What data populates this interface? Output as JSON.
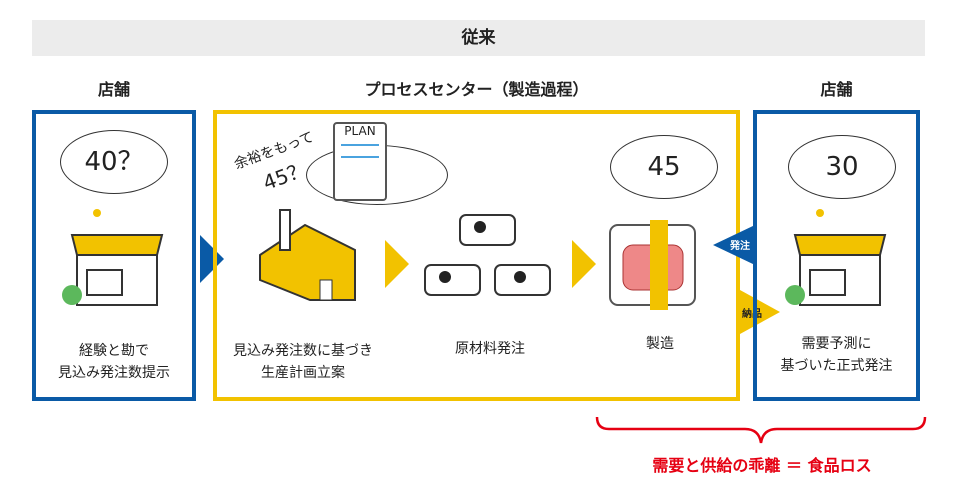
{
  "header": {
    "title": "従来"
  },
  "sections": {
    "left_store": "店舗",
    "process_center": "プロセスセンター（製造過程）",
    "right_store": "店舗"
  },
  "left_store": {
    "bubble": "40？",
    "caption_line1": "経験と勘で",
    "caption_line2": "見込み発注数提示"
  },
  "process": {
    "thought": "余裕をもって",
    "thought_number": "45？",
    "plan_label": "PLAN",
    "step1_line1": "見込み発注数に基づき",
    "step1_line2": "生産計画立案",
    "step2": "原材料発注",
    "step3_bubble": "45",
    "step3": "製造"
  },
  "flows": {
    "order": "発注",
    "delivery": "納品"
  },
  "right_store": {
    "bubble": "30",
    "caption_line1": "需要予測に",
    "caption_line2": "基づいた正式発注"
  },
  "footer": {
    "loss_text": "需要と供給の乖離 ＝ 食品ロス"
  },
  "colors": {
    "blue": "#0a5aa6",
    "yellow": "#f2c200",
    "red": "#e60012"
  }
}
